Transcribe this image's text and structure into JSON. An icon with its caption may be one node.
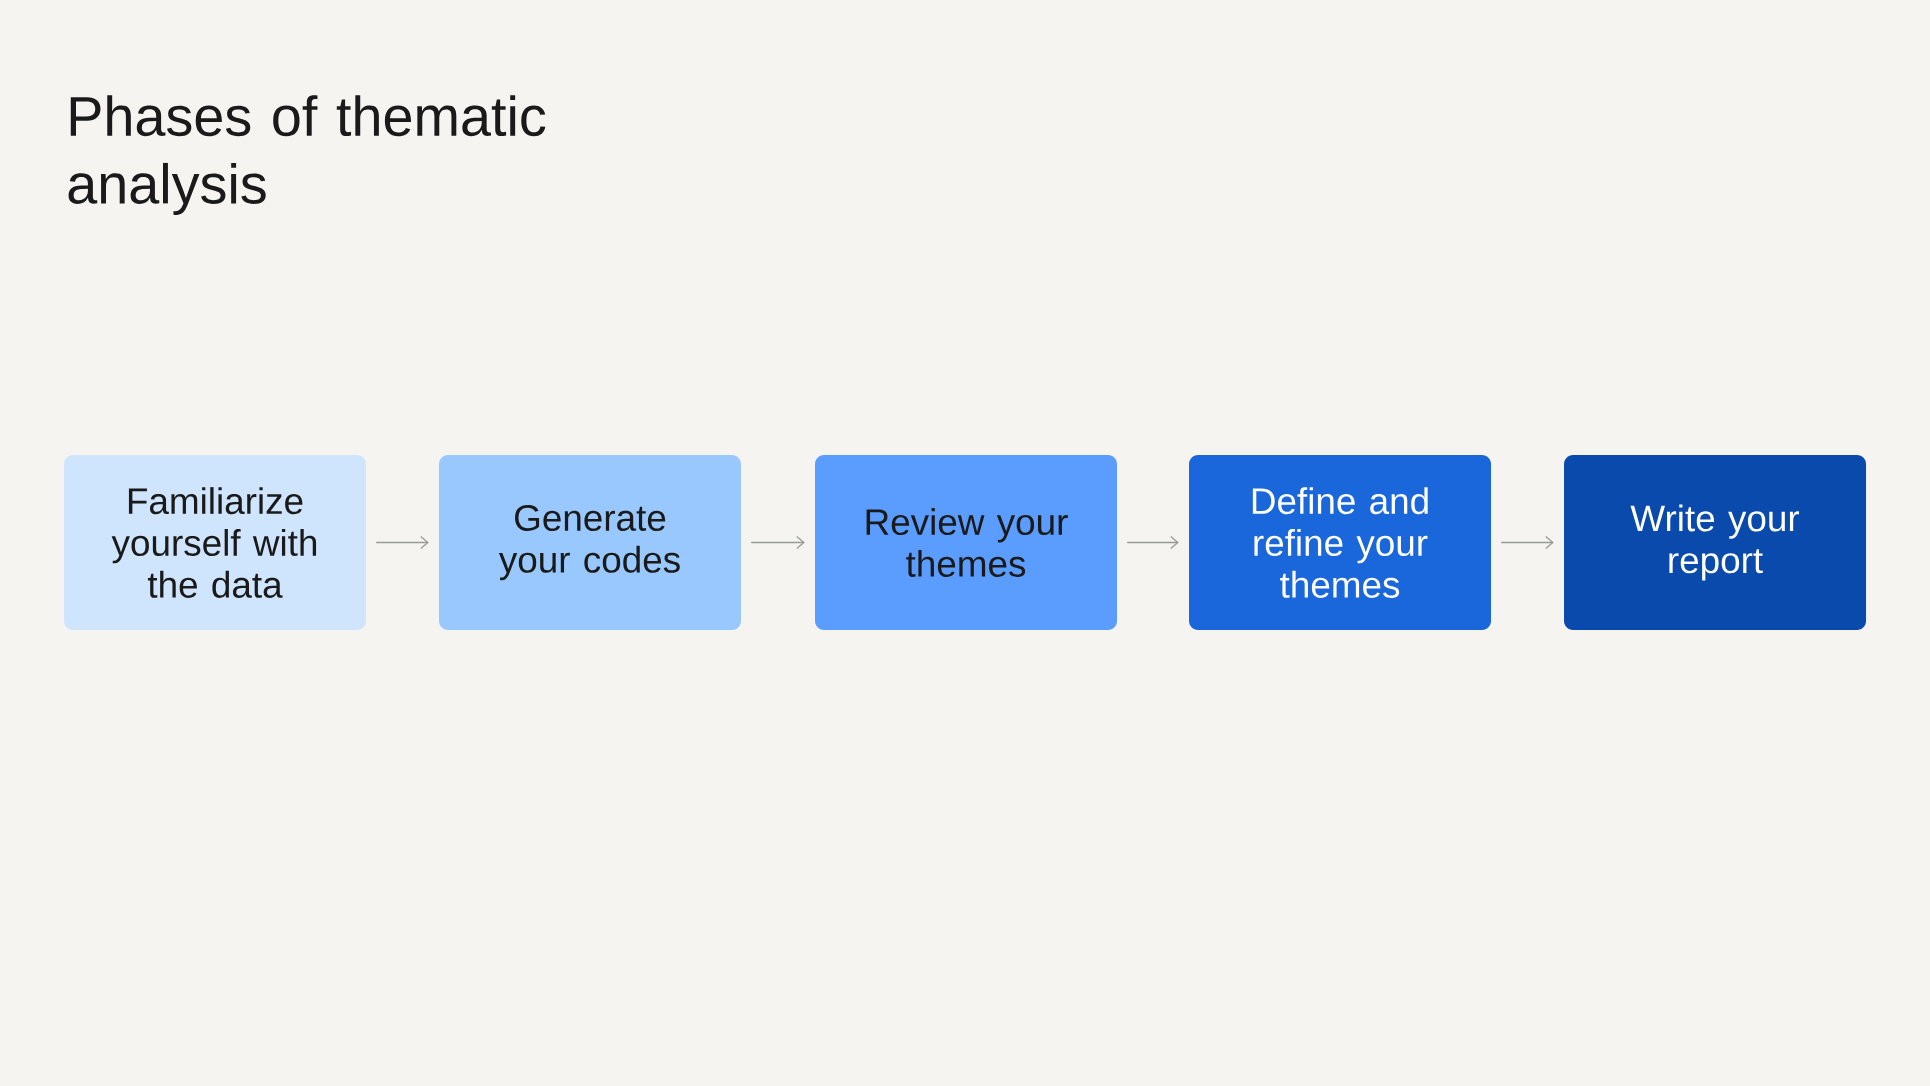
{
  "diagram": {
    "title": "Phases of thematic analysis",
    "nodes": [
      {
        "text": [
          "Familiarize yourself with the data"
        ]
      },
      {
        "text": [
          "Generate your codes"
        ]
      },
      {
        "text": [
          "Review your themes"
        ]
      },
      {
        "text": [
          "Define and refine your themes"
        ]
      },
      {
        "text": [
          "Write your report"
        ]
      }
    ],
    "edges": [
      {
        "from": 0,
        "to": 1,
        "arrow": "to"
      },
      {
        "from": 1,
        "to": 2,
        "arrow": "to"
      },
      {
        "from": 2,
        "to": 3,
        "arrow": "to"
      },
      {
        "from": 3,
        "to": 4,
        "arrow": "to"
      }
    ]
  }
}
